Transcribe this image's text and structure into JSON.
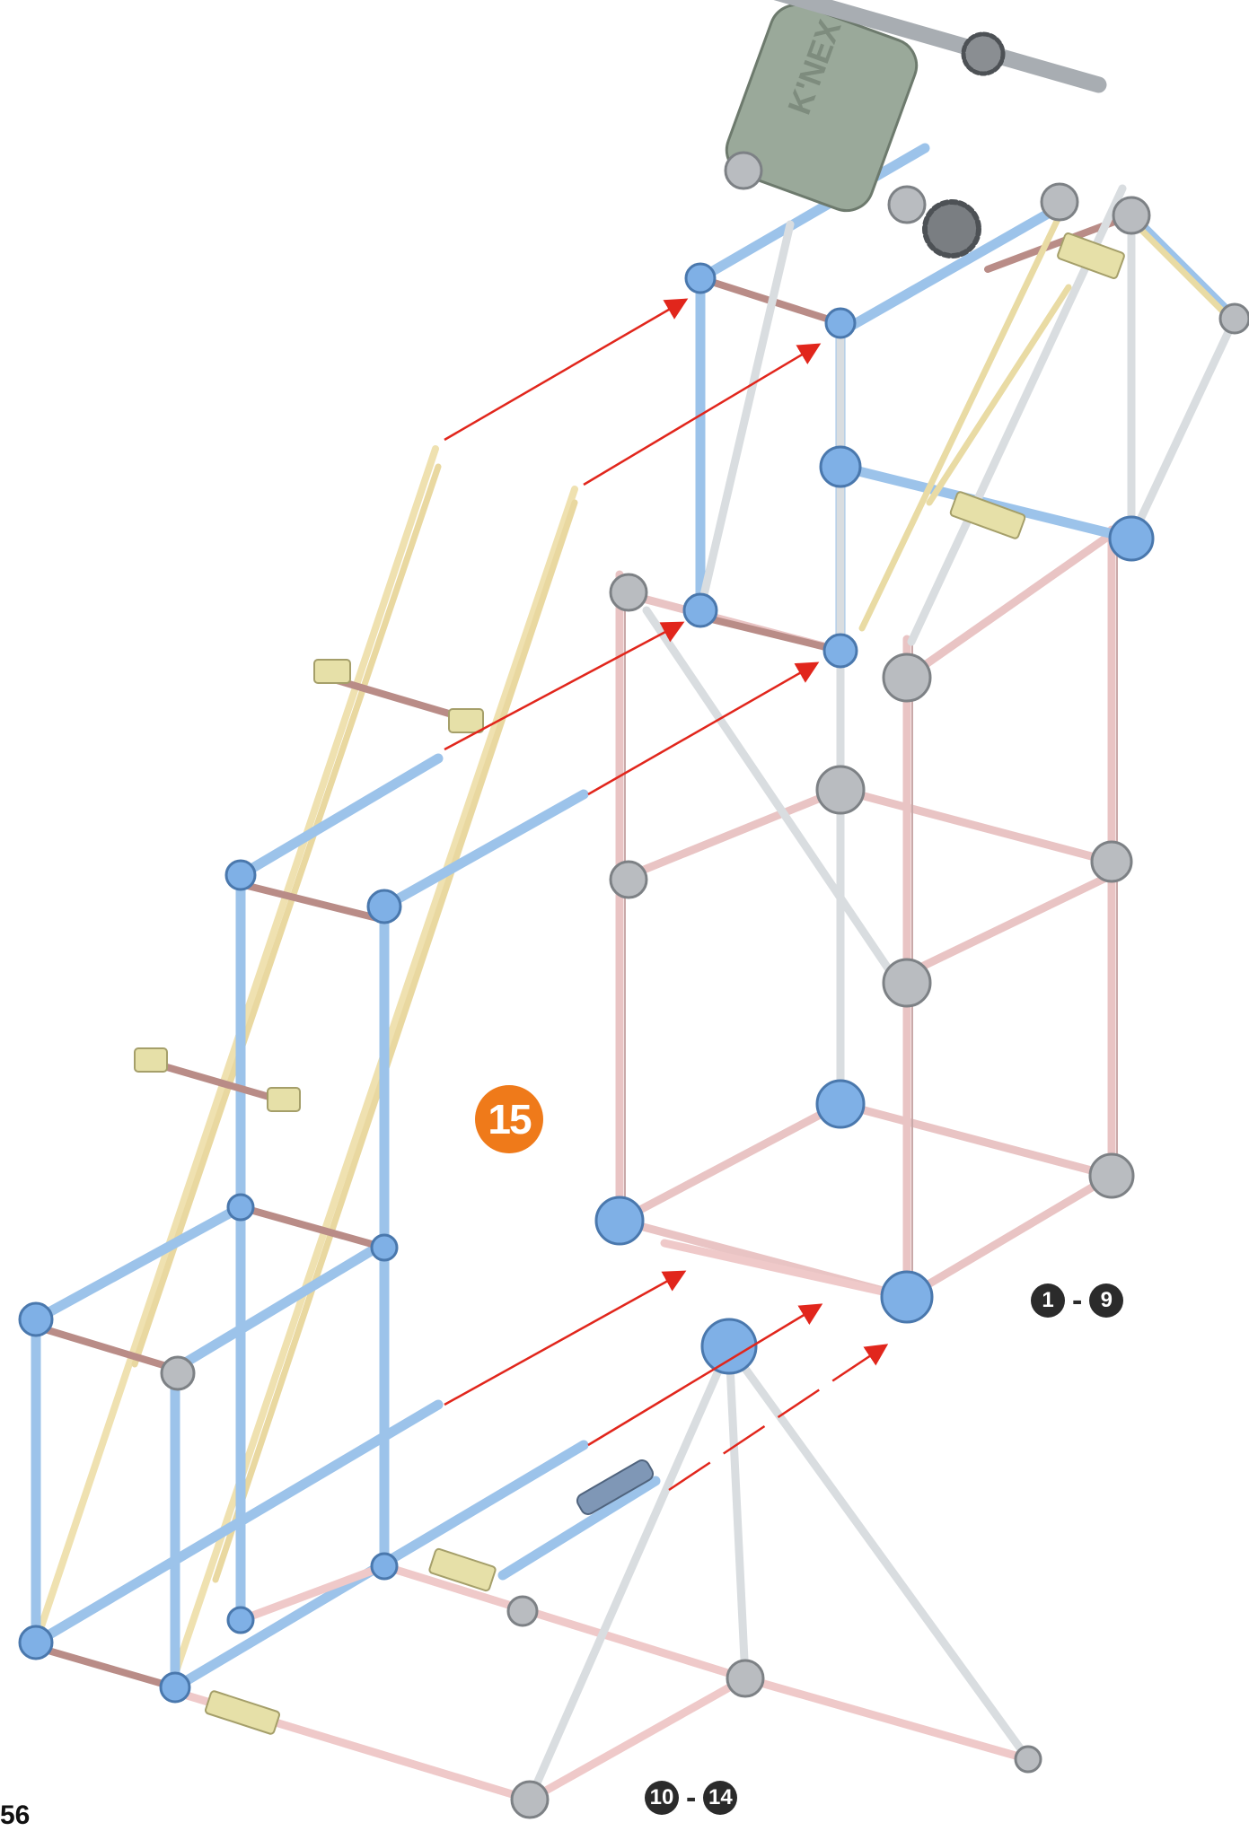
{
  "step": {
    "number": "15"
  },
  "ranges": {
    "upper": {
      "from": "1",
      "dash": "-",
      "to": "9"
    },
    "lower": {
      "from": "10",
      "dash": "-",
      "to": "14"
    }
  },
  "page": {
    "number": "56"
  },
  "colors": {
    "accent_orange": "#ef7a1a",
    "arrow_red": "#e1261c",
    "rod_blue": "#9cc3ea",
    "rod_pink": "#efc9c9",
    "rod_yellow": "#efe1b0",
    "rod_white": "#d9dde0",
    "connector_gray": "#b9bcc0",
    "connector_blue": "#7fb0e6",
    "motor_green": "#9aa99a"
  },
  "icons": [
    "motor-icon",
    "gear-icon"
  ]
}
